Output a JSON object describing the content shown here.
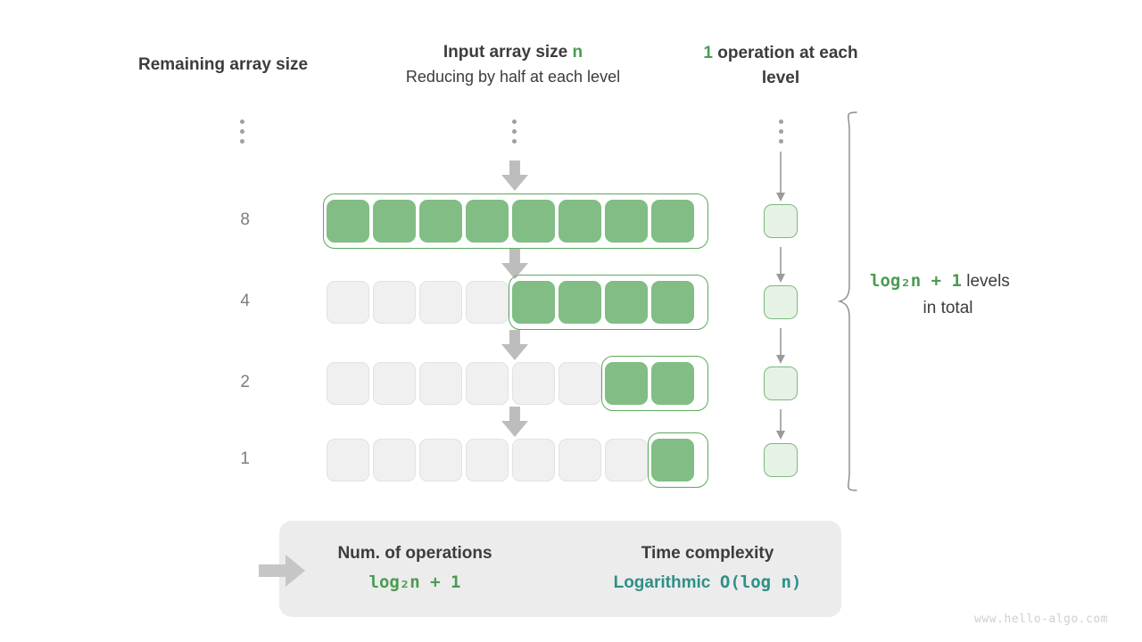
{
  "headers": {
    "left": "Remaining array size",
    "middle_line1_pre": "Input array size ",
    "middle_line1_em": "n",
    "middle_line2": "Reducing by half at each level",
    "right_em": "1",
    "right_rest": " operation at each level"
  },
  "levels": [
    {
      "label": "8",
      "total_cells": 8,
      "green_cells": 8,
      "green_start_index": 0
    },
    {
      "label": "4",
      "total_cells": 8,
      "green_cells": 4,
      "green_start_index": 4
    },
    {
      "label": "2",
      "total_cells": 8,
      "green_cells": 2,
      "green_start_index": 6
    },
    {
      "label": "1",
      "total_cells": 8,
      "green_cells": 1,
      "green_start_index": 7
    }
  ],
  "ellipsis": {
    "dots": 3,
    "label_col": "vertical-ellipsis",
    "array_col": "vertical-ellipsis",
    "ops_col": "vertical-ellipsis"
  },
  "operations": {
    "per_level": 1,
    "box_count": 4
  },
  "brace_caption": {
    "formula": "log₂n + 1",
    "text_after": "  levels",
    "line2": "in total"
  },
  "panel": {
    "left_title": "Num. of operations",
    "left_value": "log₂n + 1",
    "arrow": "right-block-arrow",
    "right_title": "Time complexity",
    "right_value_word": "Logarithmic",
    "right_value_bigo": "O(log n)"
  },
  "watermark": "www.hello-algo.com",
  "colors": {
    "green_fill": "#81bd84",
    "green_stroke": "#5ea85f",
    "green_text": "#4a9c52",
    "light_green_fill": "#e7f2e7",
    "gray_fill": "#f0f0f0",
    "gray_stroke": "#e2e2e2",
    "arrow_gray": "#c2c2c2",
    "teal": "#2f9087",
    "panel_bg": "#ececec",
    "text": "#3c3c3c",
    "muted": "#7d7d7d"
  }
}
